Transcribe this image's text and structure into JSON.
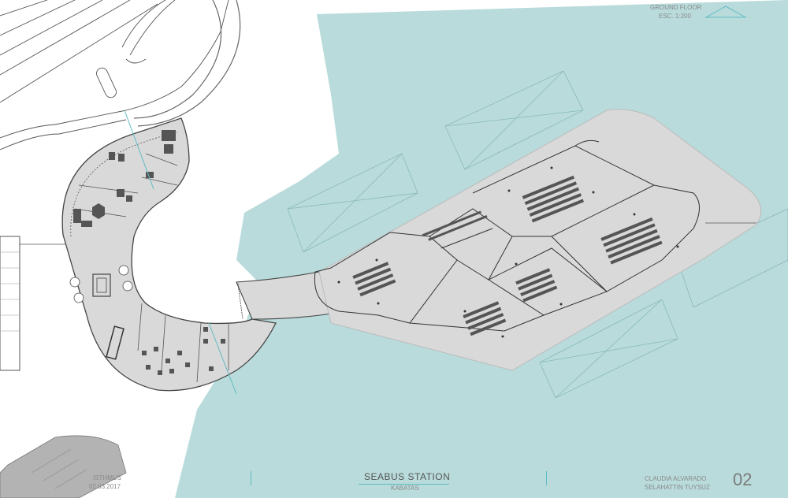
{
  "header": {
    "floor_label": "GROUND FLOOR",
    "scale_label": "ESC. 1:200"
  },
  "title_block": {
    "project_left": "ISTHMUS",
    "date": "02.03.2017",
    "title": "SEABUS STATION",
    "subtitle": "KABATAS",
    "author_1": "CLAUDIA ALVARADO",
    "author_2": "SELAHATTIN TUYSUZ",
    "sheet_number": "02"
  },
  "colors": {
    "water": "#b9dbdb",
    "building_fill": "#d9d9d9",
    "line": "#444444",
    "accent": "#5fbcc4",
    "context_grey": "#b3b3b3"
  }
}
